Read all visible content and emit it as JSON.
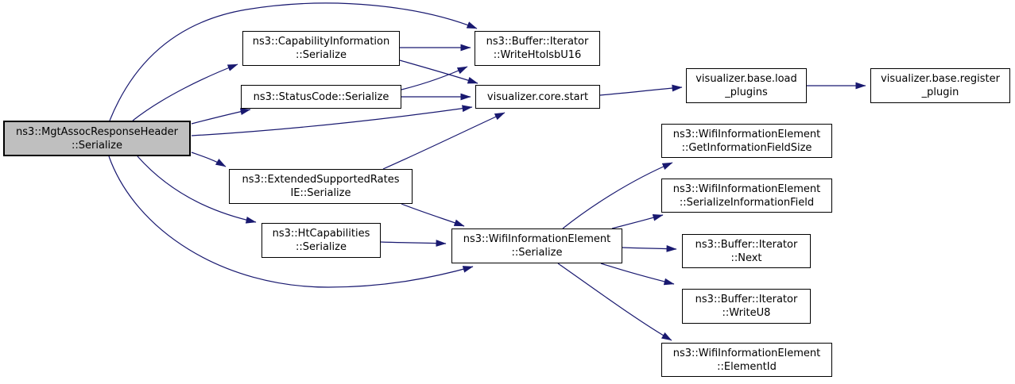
{
  "diagram": {
    "kind": "doxygen-call-graph",
    "colors": {
      "edge": "#191970",
      "node_border": "#000000",
      "node_fill": "#ffffff",
      "highlight_fill": "#bfbfbf",
      "background": "#ffffff"
    },
    "nodes": {
      "mgt_assoc": {
        "label": "ns3::MgtAssocResponseHeader\n::Serialize",
        "highlighted": true
      },
      "capability_information": {
        "label": "ns3::CapabilityInformation\n::Serialize"
      },
      "status_code": {
        "label": "ns3::StatusCode::Serialize"
      },
      "write_htolsb_u16": {
        "label": "ns3::Buffer::Iterator\n::WriteHtolsbU16"
      },
      "core_start": {
        "label": "visualizer.core.start"
      },
      "load_plugins": {
        "label": "visualizer.base.load\n_plugins"
      },
      "register_plugin": {
        "label": "visualizer.base.register\n_plugin"
      },
      "extended_supported_rates": {
        "label": "ns3::ExtendedSupportedRates\nIE::Serialize"
      },
      "ht_capabilities": {
        "label": "ns3::HtCapabilities\n::Serialize"
      },
      "wifi_ie_serialize": {
        "label": "ns3::WifiInformationElement\n::Serialize"
      },
      "get_information_field_size": {
        "label": "ns3::WifiInformationElement\n::GetInformationFieldSize"
      },
      "serialize_information_field": {
        "label": "ns3::WifiInformationElement\n::SerializeInformationField"
      },
      "iterator_next": {
        "label": "ns3::Buffer::Iterator\n::Next"
      },
      "write_u8": {
        "label": "ns3::Buffer::Iterator\n::WriteU8"
      },
      "element_id": {
        "label": "ns3::WifiInformationElement\n::ElementId"
      }
    },
    "edges": [
      {
        "from": "mgt_assoc",
        "to": "write_htolsb_u16"
      },
      {
        "from": "mgt_assoc",
        "to": "capability_information"
      },
      {
        "from": "mgt_assoc",
        "to": "status_code"
      },
      {
        "from": "mgt_assoc",
        "to": "core_start"
      },
      {
        "from": "mgt_assoc",
        "to": "extended_supported_rates"
      },
      {
        "from": "mgt_assoc",
        "to": "ht_capabilities"
      },
      {
        "from": "mgt_assoc",
        "to": "wifi_ie_serialize"
      },
      {
        "from": "capability_information",
        "to": "write_htolsb_u16"
      },
      {
        "from": "capability_information",
        "to": "core_start"
      },
      {
        "from": "status_code",
        "to": "write_htolsb_u16"
      },
      {
        "from": "status_code",
        "to": "core_start"
      },
      {
        "from": "extended_supported_rates",
        "to": "core_start"
      },
      {
        "from": "extended_supported_rates",
        "to": "wifi_ie_serialize"
      },
      {
        "from": "ht_capabilities",
        "to": "wifi_ie_serialize"
      },
      {
        "from": "core_start",
        "to": "load_plugins"
      },
      {
        "from": "load_plugins",
        "to": "register_plugin"
      },
      {
        "from": "wifi_ie_serialize",
        "to": "get_information_field_size"
      },
      {
        "from": "wifi_ie_serialize",
        "to": "serialize_information_field"
      },
      {
        "from": "wifi_ie_serialize",
        "to": "iterator_next"
      },
      {
        "from": "wifi_ie_serialize",
        "to": "write_u8"
      },
      {
        "from": "wifi_ie_serialize",
        "to": "element_id"
      }
    ]
  }
}
